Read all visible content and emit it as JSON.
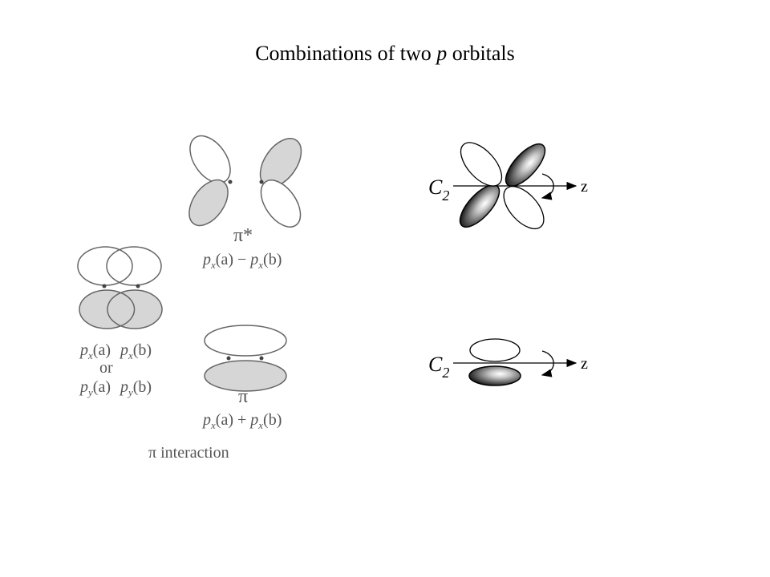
{
  "title": {
    "prefix": "Combinations of two ",
    "italic": "p",
    "suffix": " orbitals"
  },
  "left_panel": {
    "pi_star": {
      "symbol": "π*",
      "combo": {
        "a": "p",
        "sub_a": "x",
        "a_arg": "(a)",
        "op": " − ",
        "b": "p",
        "sub_b": "x",
        "b_arg": "(b)"
      }
    },
    "separate": {
      "row1": {
        "p1": "p",
        "s1": "x",
        "a1": "(a)",
        "p2": "p",
        "s2": "x",
        "a2": "(b)"
      },
      "or": "or",
      "row2": {
        "p1": "p",
        "s1": "y",
        "a1": "(a)",
        "p2": "p",
        "s2": "y",
        "a2": "(b)"
      }
    },
    "pi": {
      "symbol": "π",
      "combo": {
        "a": "p",
        "sub_a": "x",
        "a_arg": "(a)",
        "op": " + ",
        "b": "p",
        "sub_b": "x",
        "b_arg": "(b)"
      }
    },
    "interaction_label": "π interaction"
  },
  "right_panel": {
    "top": {
      "axis_symbol": "C",
      "axis_sub": "2",
      "axis_label": "z"
    },
    "bottom": {
      "axis_symbol": "C",
      "axis_sub": "2",
      "axis_label": "z"
    }
  },
  "colors": {
    "lobe_fill": "#d6d6d6",
    "lobe_stroke": "#666666",
    "text": "#000000"
  }
}
